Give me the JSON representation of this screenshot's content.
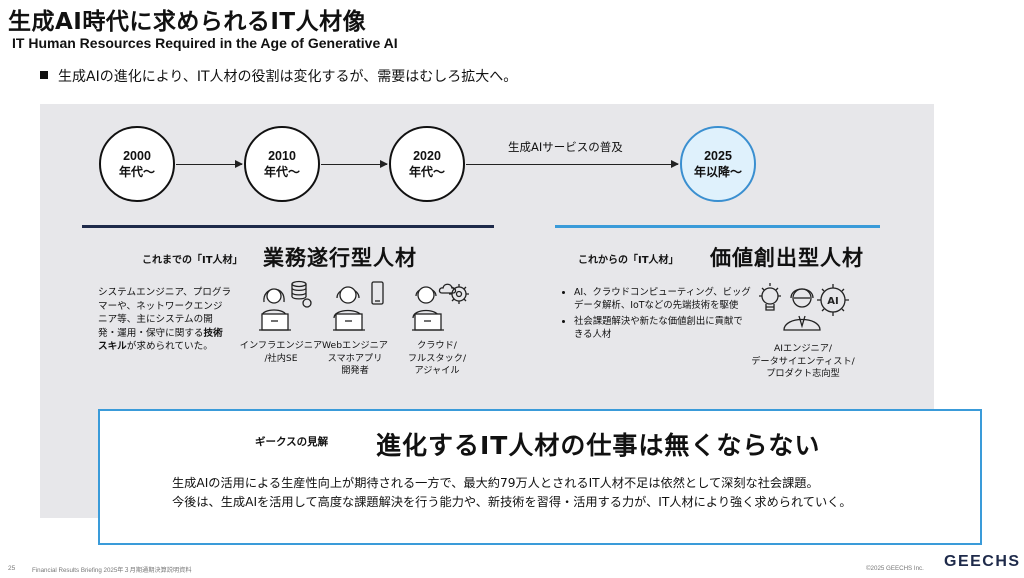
{
  "slide": {
    "title": "生成AI時代に求められるIT人材像",
    "subtitle": "IT Human Resources Required in the Age of Generative AI",
    "bullet": "生成AIの進化により、IT人材の役割は変化するが、需要はむしろ拡大へ。"
  },
  "timeline": [
    {
      "year": "2000",
      "era": "年代〜"
    },
    {
      "year": "2010",
      "era": "年代〜"
    },
    {
      "year": "2020",
      "era": "年代〜"
    },
    {
      "year": "2025",
      "era": "年以降〜"
    }
  ],
  "timeline_note": "生成AIサービスの普及",
  "left_section": {
    "label": "これまでの「IT人材」",
    "heading": "業務遂行型人材",
    "desc_pre": "システムエンジニア、プログラマーや、ネットワークエンジニア等、主にシステムの開発・運用・保守に関する",
    "desc_bold": "技術スキル",
    "desc_post": "が求められていた。",
    "roles": [
      {
        "label": "インフラエンジニア\n/社内SE"
      },
      {
        "label": "Webエンジニア\nスマホアプリ\n開発者"
      },
      {
        "label": "クラウド/\nフルスタック/\nアジャイル"
      }
    ]
  },
  "right_section": {
    "label": "これからの「IT人材」",
    "heading": "価値創出型人材",
    "bullets": [
      "AI、クラウドコンピューティング、ビッグデータ解析、IoTなどの先端技術を駆使",
      "社会課題解決や新たな価値創出に貢献できる人材"
    ],
    "icon_text": "AI",
    "role_label": "AIエンジニア/\nデータサイエンティスト/\nプロダクト志向型"
  },
  "view": {
    "label": "ギークスの見解",
    "heading": "進化するIT人材の仕事は無くならない",
    "lines": [
      "生成AIの活用による生産性向上が期待される一方で、最大約79万人とされるIT人材不足は依然として深刻な社会課題。",
      "今後は、生成AIを活用して高度な課題解決を行う能力や、新技術を習得・活用する力が、IT人材により強く求められていく。"
    ]
  },
  "footer": {
    "page": "25",
    "note": "Financial Results Briefing 2025年３月期通期決算説明資料",
    "copyright": "©2025 GEECHS Inc.",
    "logo": "GEECHS"
  },
  "colors": {
    "accent_blue": "#3a9bd9",
    "navy": "#1e2a4a",
    "panel_gray": "#e7e7ea"
  },
  "icons": [
    "person-laptop-database-icon",
    "person-laptop-phone-icon",
    "person-laptop-cloud-gear-icon",
    "ai-engineer-lightbulb-gear-icon"
  ]
}
